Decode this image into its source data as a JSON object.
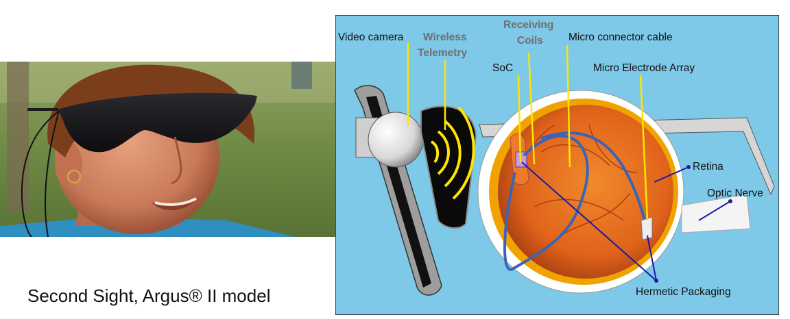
{
  "caption": "Second Sight, Argus® II model",
  "labels": {
    "video_camera": "Video camera",
    "wireless_line1": "Wireless",
    "wireless_line2": "Telemetry",
    "receiving_line1": "Receiving",
    "receiving_line2": "Coils",
    "micro_connector": "Micro connector cable",
    "soc": "SoC",
    "micro_electrode": "Micro Electrode Array",
    "retina": "Retina",
    "optic_nerve": "Optic Nerve",
    "hermetic": "Hermetic Packaging"
  },
  "colors": {
    "diagram_bg": "#7ec8e8",
    "leader_line_yellow": "#ffe600",
    "leader_line_blue": "#1a1aa6",
    "eyeball": "#e0631a",
    "sclera_ring": "#f2a200"
  }
}
